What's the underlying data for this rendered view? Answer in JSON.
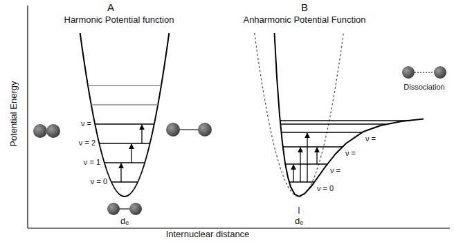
{
  "diagram": {
    "labels": [
      "A",
      "Harmonic Potential function",
      "B",
      "Anharmonic Potential Function",
      "Potential Energy",
      "Internuclear distance",
      "dₑ",
      "dₑ",
      "ν =",
      "ν = 2",
      "ν = 1",
      "ν = 0",
      "ν =",
      "ν =",
      "ν =",
      "ν = 0",
      "Dissociation"
    ]
  }
}
